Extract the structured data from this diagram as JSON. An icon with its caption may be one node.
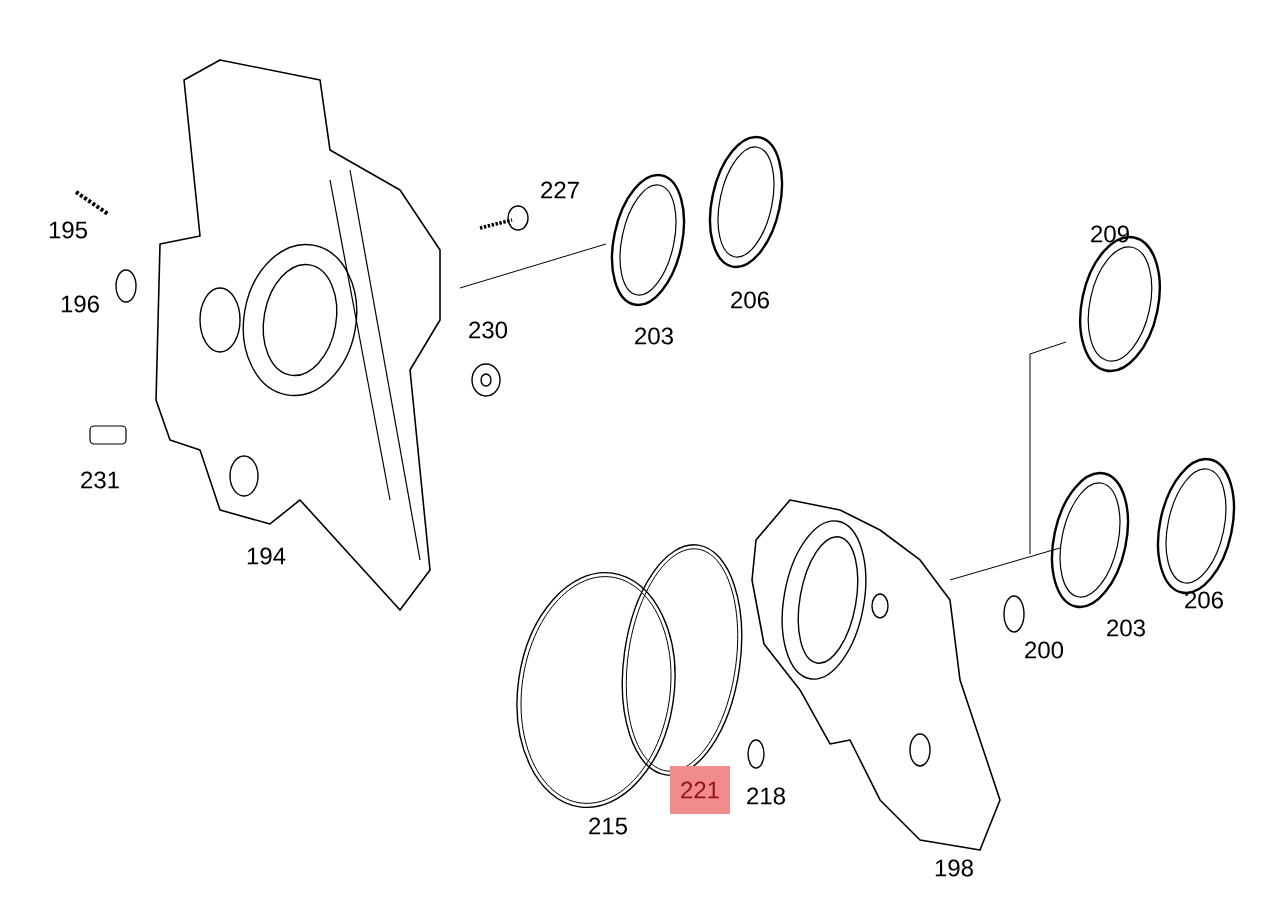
{
  "diagram": {
    "nodes": [
      {
        "text": [
          "221"
        ]
      }
    ],
    "labels": [
      "195",
      "196",
      "227",
      "230",
      "203",
      "206",
      "231",
      "194",
      "209",
      "203",
      "206",
      "200",
      "215",
      "218",
      "198"
    ]
  }
}
